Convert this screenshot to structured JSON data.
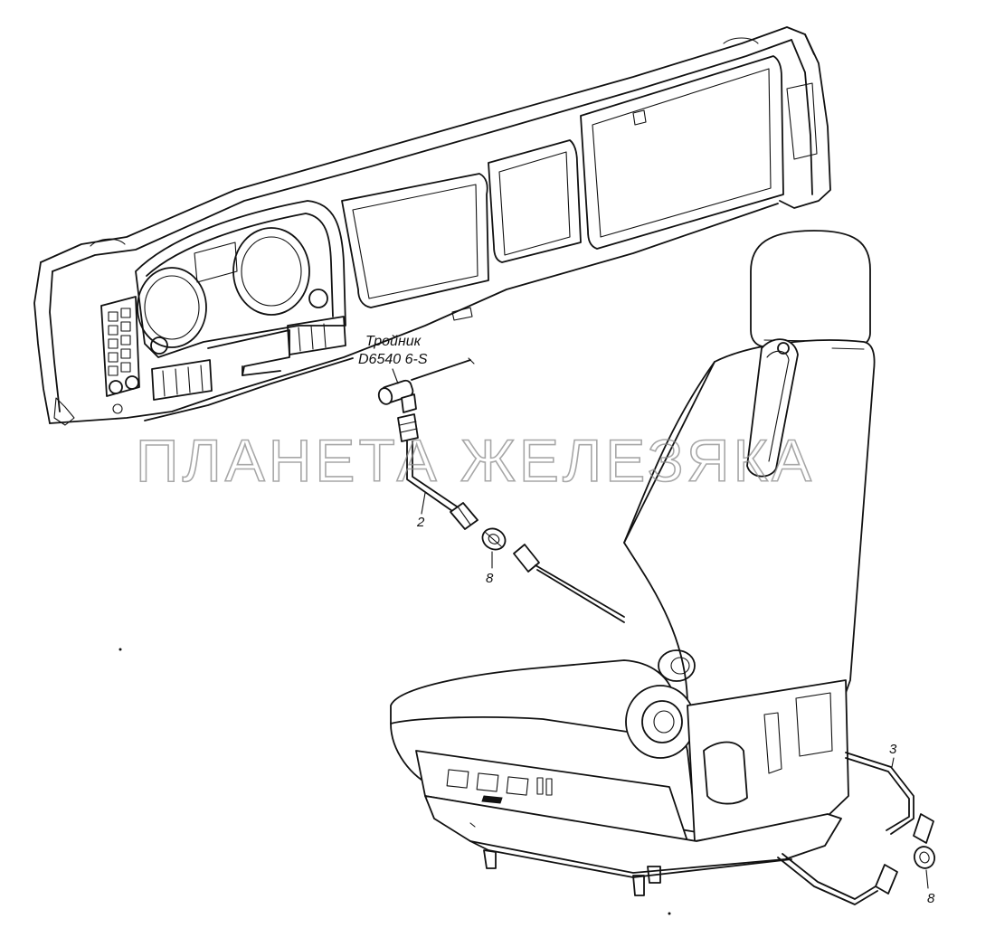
{
  "callout": {
    "line1": "Тройник",
    "line2": "D6540 6-S"
  },
  "part_labels": {
    "tube_2": "2",
    "tube_3": "3",
    "fitting_8_upper": "8",
    "fitting_8_lower": "8"
  },
  "watermark": "ПЛАНЕТА ЖЕЛЕЗЯКА",
  "colors": {
    "line": "#111111",
    "watermark": "#8a8a8a",
    "background": "#ffffff"
  }
}
